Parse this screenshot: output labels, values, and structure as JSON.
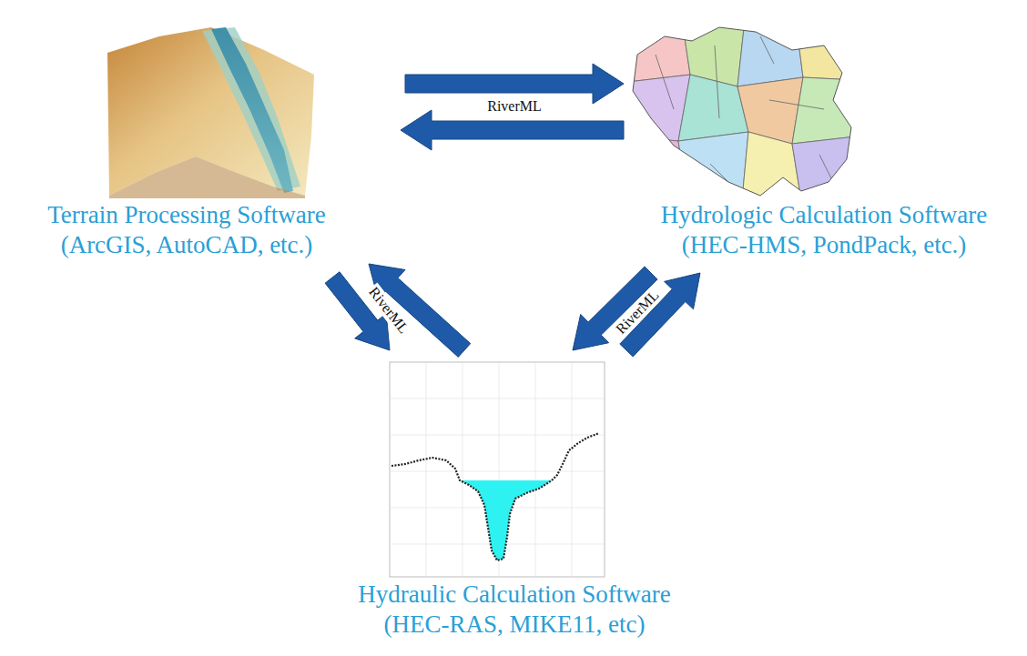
{
  "diagram": {
    "nodes": [
      {
        "text": [
          "Terrain Processing Software (ArcGIS, AutoCAD, etc.)"
        ]
      },
      {
        "text": [
          "Hydrologic Calculation Software (HEC-HMS, PondPack, etc.)"
        ]
      },
      {
        "text": [
          "Hydraulic Calculation Software (HEC-RAS, MIKE11, etc)"
        ]
      }
    ],
    "edges": [
      {
        "from": 0,
        "to": 1,
        "arrow": "to",
        "label": "RiverML"
      },
      {
        "from": 1,
        "to": 0,
        "arrow": "to"
      },
      {
        "from": 0,
        "to": 2,
        "arrow": "to",
        "label": "RiverML"
      },
      {
        "from": 2,
        "to": 0,
        "arrow": "to"
      },
      {
        "from": 1,
        "to": 2,
        "arrow": "to",
        "label": "RiverML"
      },
      {
        "from": 2,
        "to": 1,
        "arrow": "to"
      }
    ]
  }
}
